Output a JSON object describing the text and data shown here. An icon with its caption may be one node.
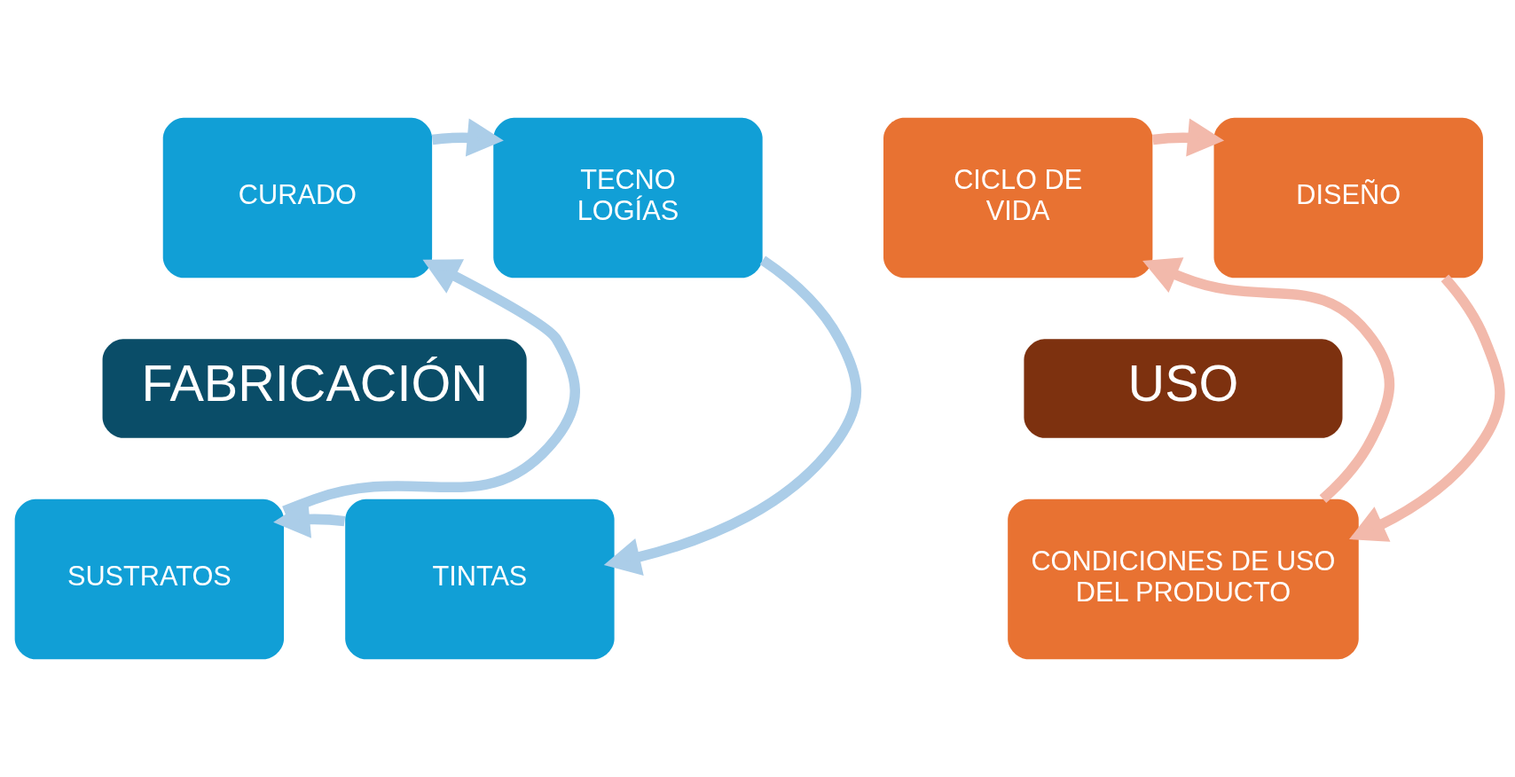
{
  "diagram": {
    "nodes": [
      {
        "text": [
          "FABRICACIÓN"
        ]
      },
      {
        "text": [
          "CURADO"
        ]
      },
      {
        "text": [
          "TECNO LOGÍAS"
        ]
      },
      {
        "text": [
          "SUSTRATOS"
        ]
      },
      {
        "text": [
          "TINTAS"
        ]
      },
      {
        "text": [
          "USO"
        ]
      },
      {
        "text": [
          "CICLO DE VIDA"
        ]
      },
      {
        "text": [
          "DISEÑO"
        ]
      },
      {
        "text": [
          "CONDICIONES DE USO DEL PRODUCTO"
        ]
      }
    ],
    "edges": [
      {
        "from": 1,
        "to": 2,
        "arrow": "to",
        "color": "#abcde8"
      },
      {
        "from": 2,
        "to": 4,
        "arrow": "to",
        "color": "#abcde8"
      },
      {
        "from": 4,
        "to": 3,
        "arrow": "to",
        "color": "#abcde8"
      },
      {
        "from": 3,
        "to": 1,
        "arrow": "to",
        "color": "#abcde8"
      },
      {
        "from": 6,
        "to": 7,
        "arrow": "to",
        "color": "#f2b9ab"
      },
      {
        "from": 7,
        "to": 8,
        "arrow": "to",
        "color": "#f2b9ab"
      },
      {
        "from": 8,
        "to": 6,
        "arrow": "to",
        "color": "#f2b9ab"
      }
    ]
  }
}
